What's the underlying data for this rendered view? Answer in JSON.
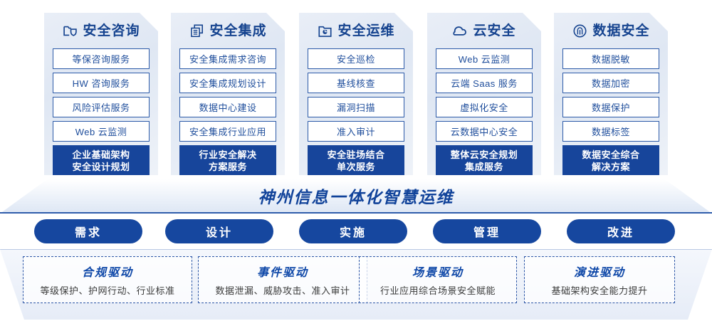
{
  "columns": [
    {
      "icon": "folder-shield-icon",
      "title": "安全咨询",
      "items": [
        "等保咨询服务",
        "HW 咨询服务",
        "风险评估服务",
        "Web 云监测"
      ],
      "highlight": [
        "企业基础架构",
        "安全设计规划"
      ]
    },
    {
      "icon": "stacked-documents-icon",
      "title": "安全集成",
      "items": [
        "安全集成需求咨询",
        "安全集成规划设计",
        "数据中心建设",
        "安全集成行业应用"
      ],
      "highlight": [
        "行业安全解决",
        "方案服务"
      ]
    },
    {
      "icon": "folder-chart-icon",
      "title": "安全运维",
      "items": [
        "安全巡检",
        "基线核查",
        "漏洞扫描",
        "准入审计"
      ],
      "highlight": [
        "安全驻场结合",
        "单次服务"
      ]
    },
    {
      "icon": "cloud-icon",
      "title": "云安全",
      "items": [
        "Web 云监测",
        "云端 Saas 服务",
        "虚拟化安全",
        "云数据中心安全"
      ],
      "highlight": [
        "整体云安全规划",
        "集成服务"
      ]
    },
    {
      "icon": "fingerprint-icon",
      "title": "数据安全",
      "items": [
        "数据脱敏",
        "数据加密",
        "数据保护",
        "数据标签"
      ],
      "highlight": [
        "数据安全综合",
        "解决方案"
      ]
    }
  ],
  "banner": {
    "title": "神州信息一体化智慧运维"
  },
  "pills": [
    {
      "label": "需求"
    },
    {
      "label": "设计"
    },
    {
      "label": "实施"
    },
    {
      "label": "管理"
    },
    {
      "label": "改进"
    }
  ],
  "drivers": [
    {
      "title": "合规驱动",
      "subtitle": "等级保护、护网行动、行业标准"
    },
    {
      "title": "事件驱动",
      "subtitle": "数据泄漏、威胁攻击、准入审计"
    },
    {
      "title": "场景驱动",
      "subtitle": "行业应用综合场景安全赋能"
    },
    {
      "title": "演进驱动",
      "subtitle": "基础架构安全能力提升"
    }
  ],
  "colors": {
    "deep_blue": "#17459b",
    "pill_blue": "#16479f",
    "text_blue": "#1f4e9c",
    "panel_bg": "#e9eef7",
    "dash_border": "#2b55a6"
  }
}
